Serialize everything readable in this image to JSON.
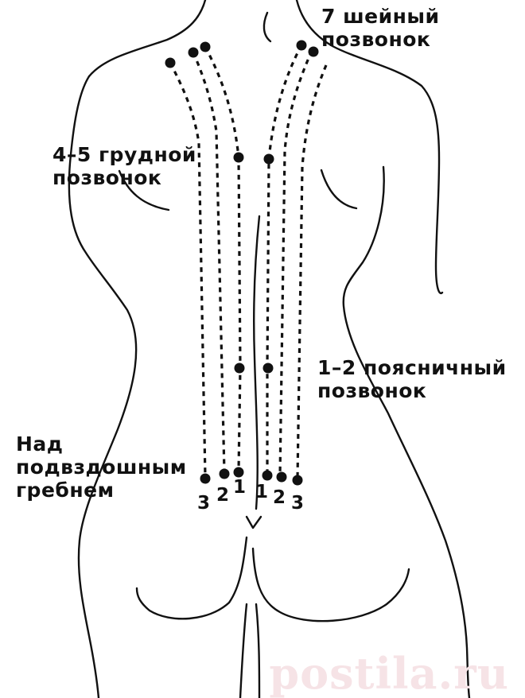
{
  "labels": {
    "cervical": [
      "7 шейный",
      "позвонок"
    ],
    "thoracic": [
      "4–5 грудной",
      "позвонок"
    ],
    "lumbar": [
      "1–2 поясничный",
      "позвонок"
    ],
    "iliac": [
      "Над",
      "подвздошным",
      "гребнем"
    ]
  },
  "line_numbers": {
    "left": [
      "3",
      "2",
      "1"
    ],
    "right": [
      "1",
      "2",
      "3"
    ]
  },
  "watermark": "postila.ru",
  "colors": {
    "ink": "#111111",
    "watermark": "#f6e3e6"
  }
}
